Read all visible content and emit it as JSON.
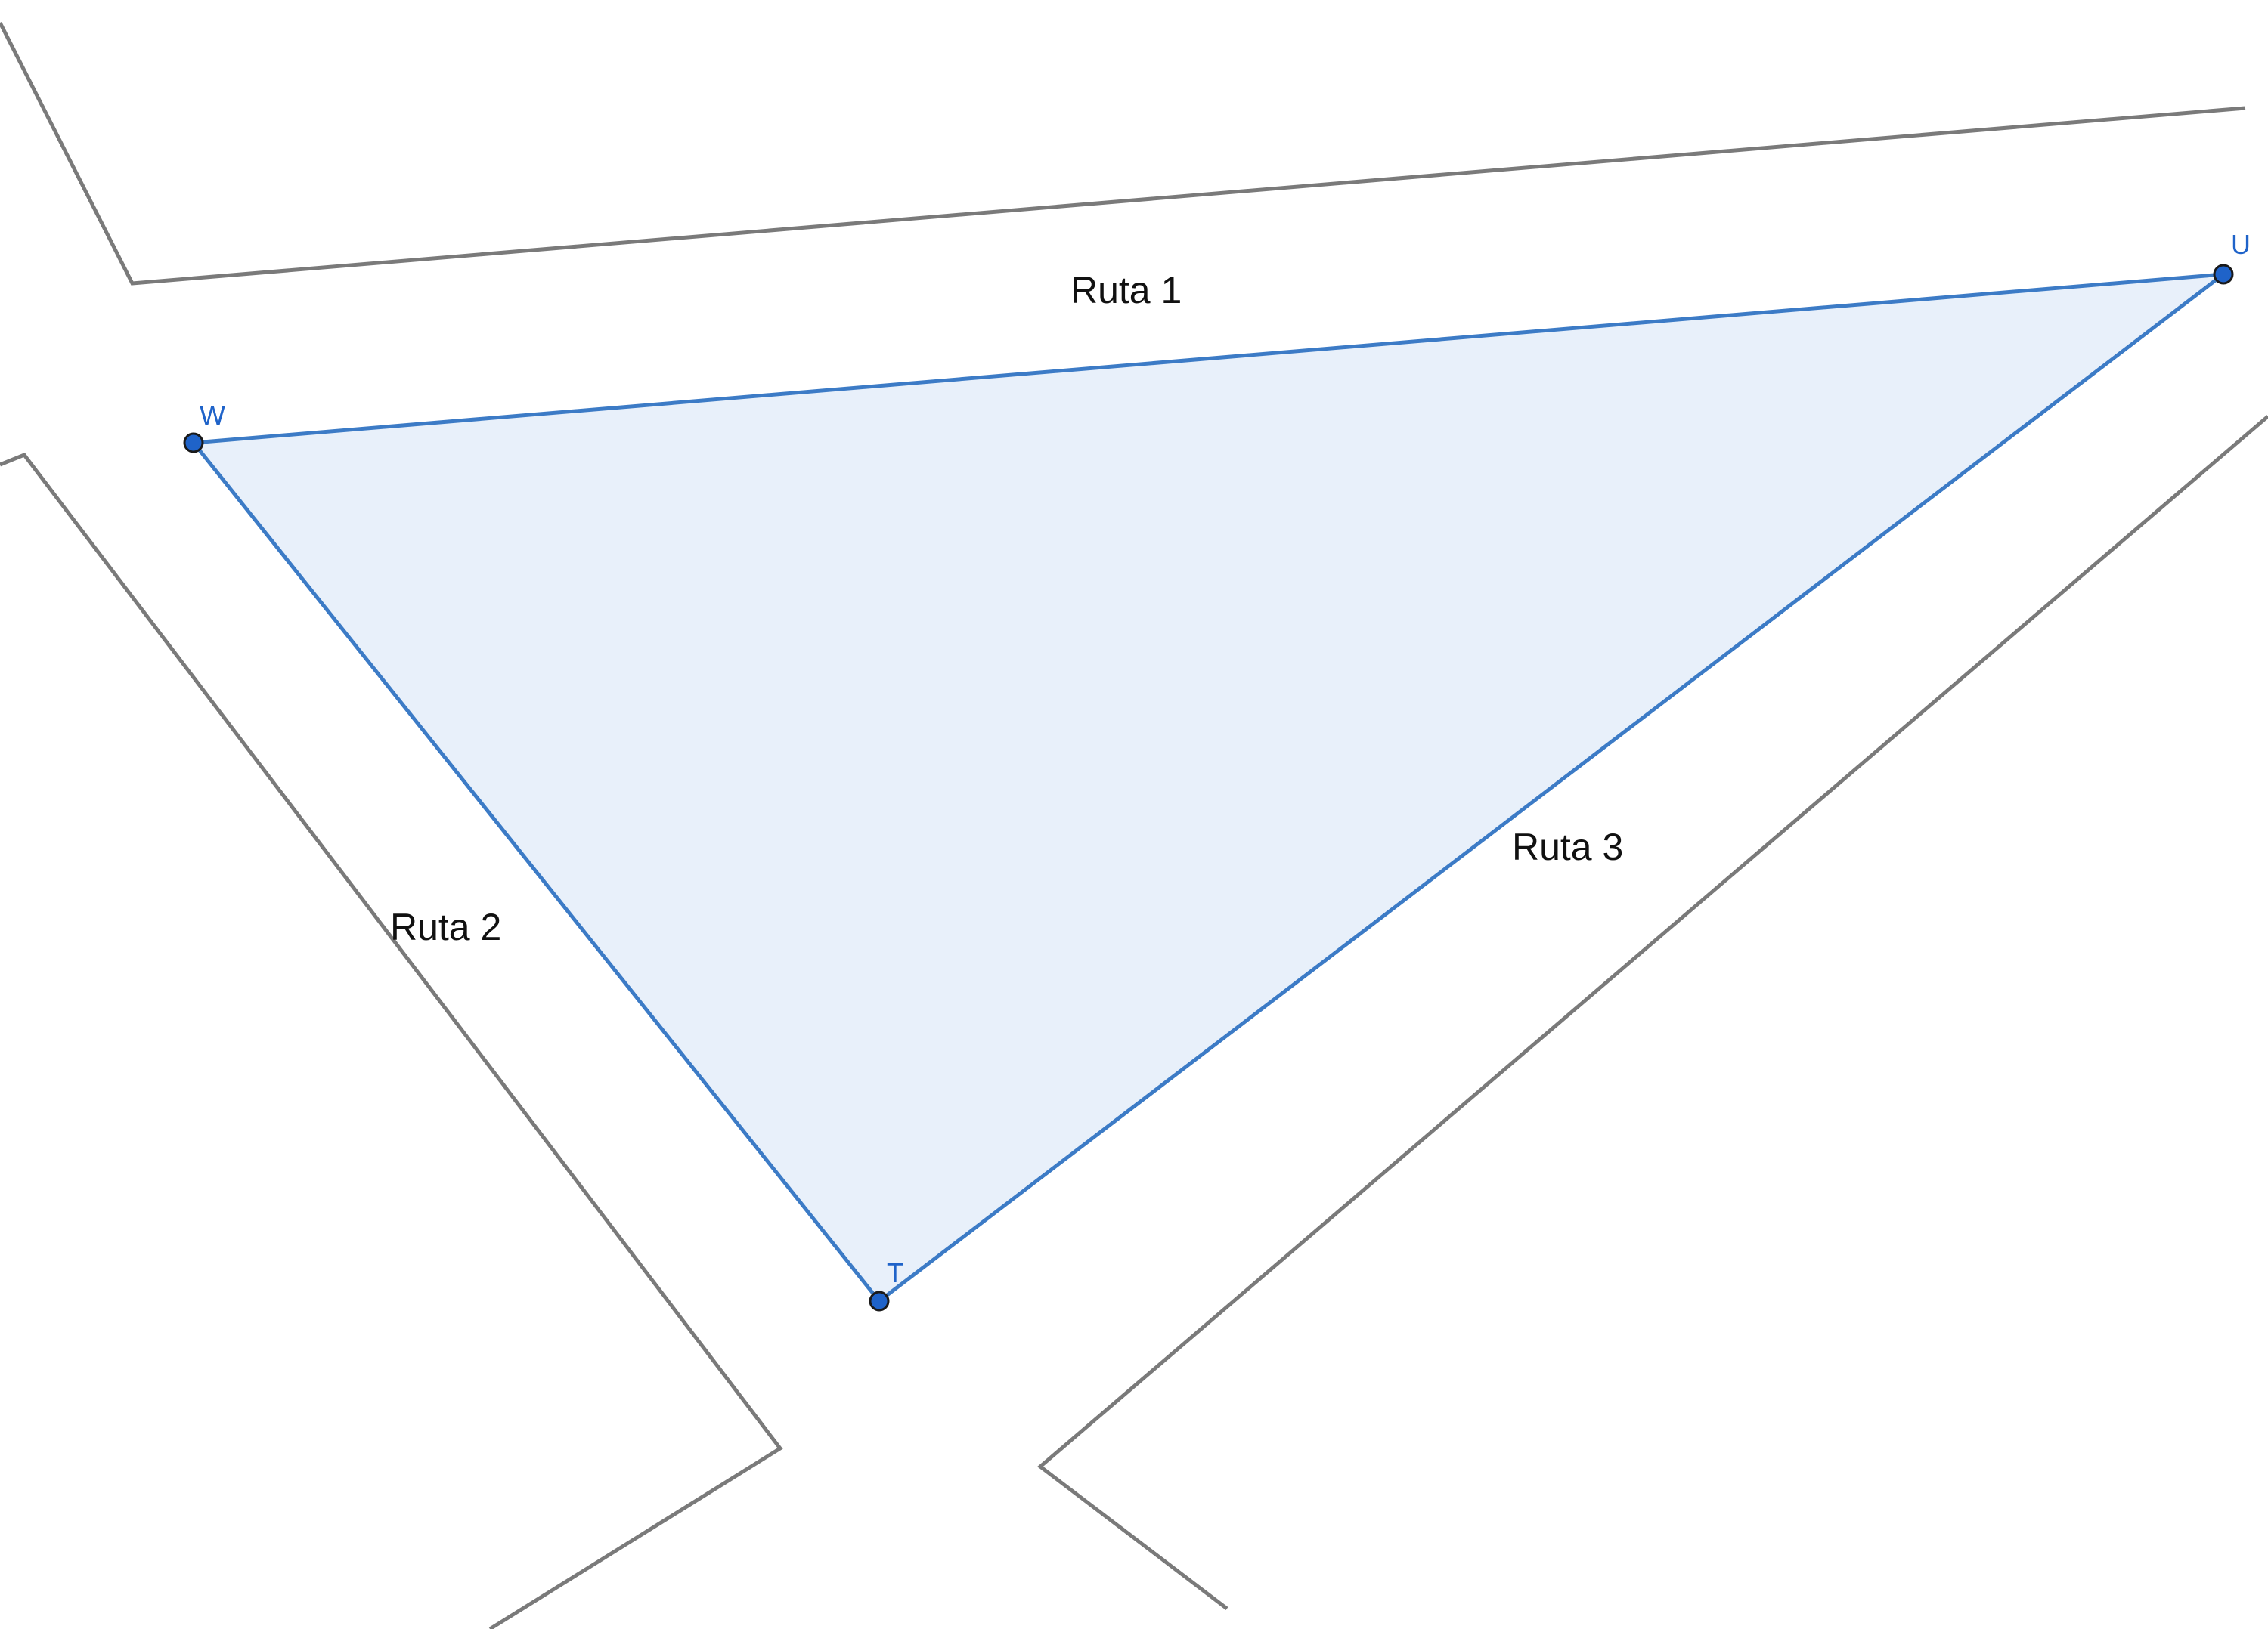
{
  "colors": {
    "road": "#7a7a7a",
    "edge": "#3c7bc6",
    "fill": "#e8f0fa",
    "vertex": "#1f63c9",
    "vertex_label": "#1f63c9"
  },
  "routes": {
    "ruta1": "Ruta 1",
    "ruta2": "Ruta 2",
    "ruta3": "Ruta 3"
  },
  "vertices": {
    "W": "W",
    "U": "U",
    "T": "T"
  }
}
